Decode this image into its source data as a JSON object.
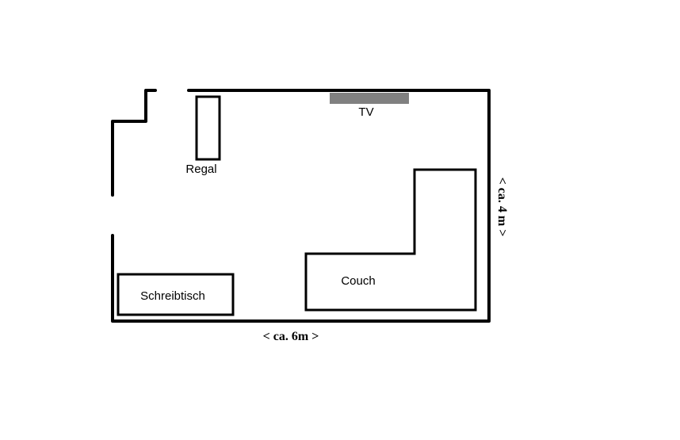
{
  "plan": {
    "labels": {
      "tv": "TV",
      "shelf": "Regal",
      "desk": "Schreibtisch",
      "couch": "Couch"
    },
    "dimensions": {
      "width": "< ca. 6m >",
      "depth": "< ca. 4 m >"
    },
    "colors": {
      "walls": "#000000",
      "tv": "#808080",
      "background": "#ffffff"
    }
  }
}
